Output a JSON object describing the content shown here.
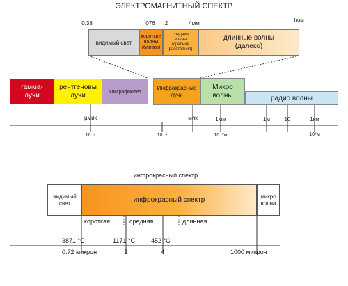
{
  "title": "ЭЛЕКТРОМАГНИТНЫЙ СПЕКТР",
  "colors": {
    "gamma": "#d2081e",
    "xray": "#fff100",
    "uv": "#b79dc9",
    "ir": "#f7a21c",
    "micro": "#b8e0a8",
    "radio": "#c9e5f3",
    "visible": "#d9d9d9",
    "ir_orange": "#f7941d",
    "ir_light": "#fde9c9"
  },
  "spectrum": {
    "bands": {
      "gamma": "гамма-\nлучи",
      "xray": "рентгеновы\nлучи",
      "uv": "Ультрафиолет",
      "ir": "Инфракрасные\nлучи",
      "micro": "Микро\nволны",
      "radio": "радио волны"
    },
    "axis_labels": {
      "mkm": "µмик",
      "mik": "мик",
      "mm": "1мм",
      "m": "1м",
      "ten": "10",
      "km": "1км"
    },
    "powers": {
      "p1": "10⁻⁸",
      "p2": "10⁻⁴",
      "p3": "10⁻⁰м",
      "p4": "10⁴м"
    }
  },
  "zoom": {
    "top_labels": {
      "a": "0.38",
      "b": "076",
      "c": "2",
      "d": "4мм",
      "e": "1мм"
    },
    "cells": {
      "visible": "видимый свет",
      "short": "короткие\nволны\n(близко)",
      "medium": "средние\nволны\n(средние\nрасстояния)",
      "long": "длинные волны\n(далеко)"
    }
  },
  "ir_spectrum": {
    "title": "инфрокрасный спектр",
    "left": "видимый\nсвет",
    "center": "инфрокрасный спектр",
    "right": "микро\nволна",
    "sub": {
      "short": "короткая",
      "medium": "средняя",
      "long": "длинная"
    },
    "temps": {
      "t1": "3871 °C",
      "t2": "1171 °C",
      "t3": "452 °C"
    },
    "scale": {
      "s1": "0.72 микрон",
      "s2": "2",
      "s3": "4",
      "s4": "1000 микрон"
    }
  }
}
